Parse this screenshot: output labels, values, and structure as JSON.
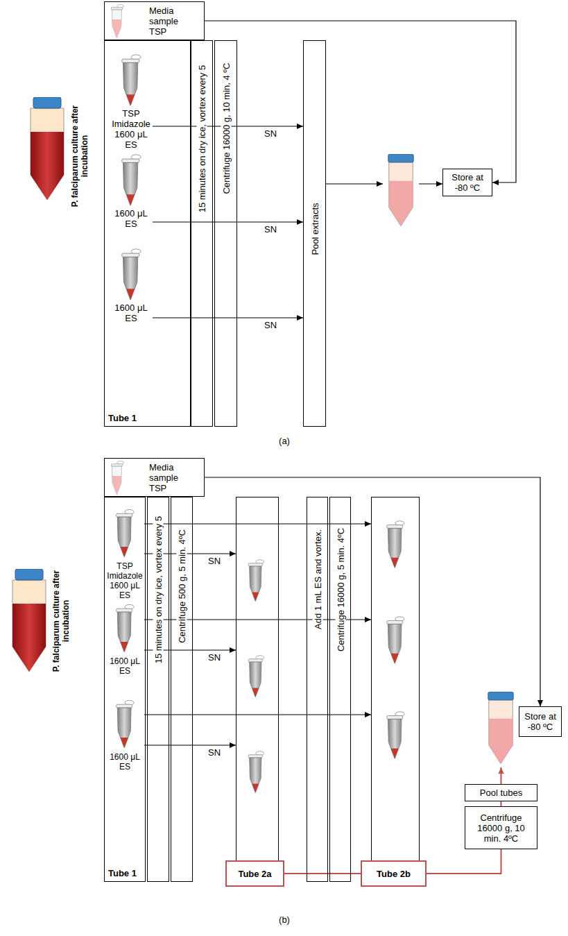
{
  "diagram": {
    "nodes": [
      {
        "text": [
          "Media sample TSP"
        ]
      },
      {
        "text": [
          "Tube 1"
        ]
      },
      {
        "text": [
          "TSP Imidazole 1600 μL ES"
        ],
        "in": 1
      },
      {
        "text": [
          "1600 μL ES"
        ],
        "in": 1
      },
      {
        "text": [
          "1600 μL ES"
        ],
        "in": 1
      },
      {
        "text": [
          "15 minutes on dry ice, vortex every 5"
        ]
      },
      {
        "text": [
          "Centrifuge 16000 g, 10 min, 4 ºC"
        ]
      },
      {
        "text": [
          "Pool extracts"
        ]
      },
      {
        "text": [
          "Store at -80 ºC"
        ]
      },
      {
        "text": [
          "Media sample TSP"
        ]
      },
      {
        "text": [
          "Tube 1"
        ]
      },
      {
        "text": [
          "TSP Imidazole 1600 μL ES"
        ],
        "in": 10
      },
      {
        "text": [
          "1600 μL ES"
        ],
        "in": 10
      },
      {
        "text": [
          "1600 μL ES"
        ],
        "in": 10
      },
      {
        "text": [
          "15 minutes on dry ice, vortex every 5"
        ]
      },
      {
        "text": [
          "Centrifuge 500 g, 5 min. 4ºC"
        ]
      },
      {
        "text": [
          "Tube 2a"
        ]
      },
      {
        "text": [
          "Add 1 mL ES and vortex."
        ]
      },
      {
        "text": [
          "Centrifuge 16000 g, 5 min. 4ºC"
        ]
      },
      {
        "text": [
          "Tube 2b"
        ]
      },
      {
        "text": [
          "Pool tubes"
        ]
      },
      {
        "text": [
          "Centrifuge 16000 g, 10 min. 4ºC"
        ]
      },
      {
        "text": [
          "Store at -80 ºC"
        ]
      }
    ],
    "edges": [
      {
        "from": 0,
        "to": 8,
        "arrow": "to"
      },
      {
        "from": 2,
        "to": 7,
        "arrow": "to",
        "label": "SN"
      },
      {
        "from": 3,
        "to": 7,
        "arrow": "to",
        "label": "SN"
      },
      {
        "from": 4,
        "to": 7,
        "arrow": "to",
        "label": "SN"
      },
      {
        "from": 7,
        "to": 8,
        "arrow": "to"
      },
      {
        "from": 9,
        "to": 22,
        "arrow": "to"
      },
      {
        "from": 11,
        "to": 19,
        "arrow": "to"
      },
      {
        "from": 11,
        "to": 16,
        "arrow": "to",
        "label": "SN"
      },
      {
        "from": 12,
        "to": 19,
        "arrow": "to"
      },
      {
        "from": 12,
        "to": 16,
        "arrow": "to",
        "label": "SN"
      },
      {
        "from": 13,
        "to": 19,
        "arrow": "to"
      },
      {
        "from": 13,
        "to": 16,
        "arrow": "to",
        "label": "SN"
      },
      {
        "from": 16,
        "to": 19,
        "arrow": "none"
      },
      {
        "from": 19,
        "to": 21,
        "arrow": "none"
      },
      {
        "from": 21,
        "to": 20,
        "arrow": "none"
      },
      {
        "from": 20,
        "to": 22,
        "arrow": "to"
      }
    ],
    "labels": [
      "P. falciparum culture after incubation",
      "(a)",
      "P. falciparum culture after incubation",
      "(b)"
    ]
  }
}
